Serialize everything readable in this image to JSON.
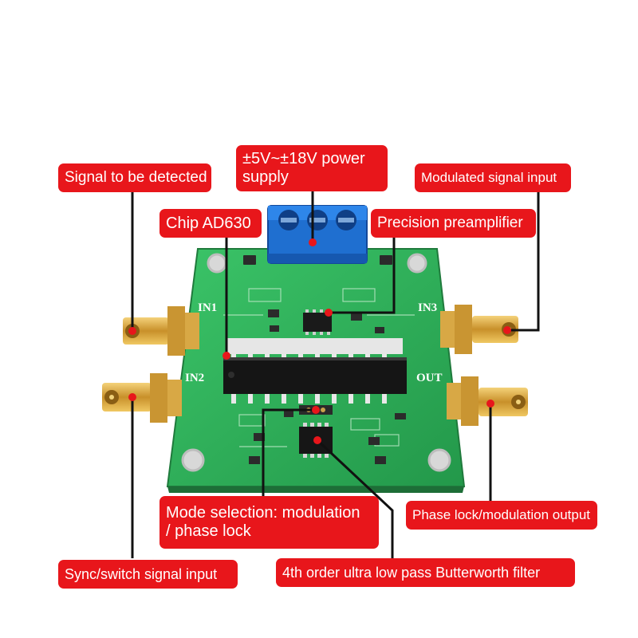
{
  "labels": {
    "signal_detected": "Signal to be detected",
    "power": "±5V~±18V power\nsupply",
    "modulated_input": "Modulated signal input",
    "chip": "Chip AD630",
    "preamp": "Precision preamplifier",
    "mode_selection": "Mode selection: modulation\n/ phase lock",
    "phase_output": "Phase lock/modulation output",
    "sync_input": "Sync/switch signal input",
    "filter": "4th order ultra low pass Butterworth filter"
  },
  "board_silkscreen": {
    "in1": "IN1",
    "in2": "IN2",
    "in3": "IN3",
    "out": "OUT"
  },
  "colors": {
    "label_bg": "#e8161b",
    "label_text": "#ffffff",
    "pcb_green": "#2fb25a",
    "terminal_blue": "#1f6fd0",
    "connector_gold": "#d9a441",
    "chip_black": "#1a1a1a"
  }
}
